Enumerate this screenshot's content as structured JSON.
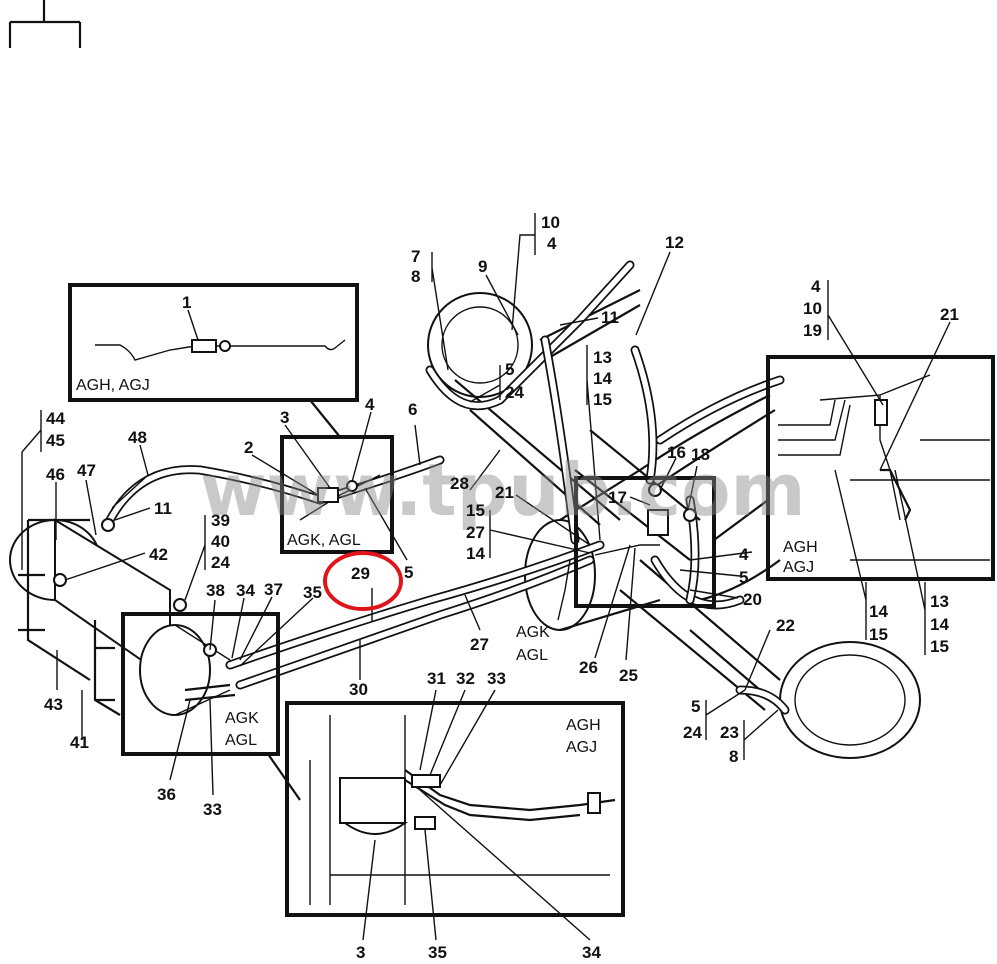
{
  "watermark": "www.tpub.com",
  "highlight_color": "#e0151b",
  "inset_labels": {
    "top_left": "AGH, AGJ",
    "left_mid": "AGK, AGL",
    "right_top_1": "AGH",
    "right_top_2": "AGJ",
    "center_box_1": "AGK",
    "center_box_2": "AGL",
    "bottom_left_1": "AGK",
    "bottom_left_2": "AGL",
    "bottom_right_1": "AGH",
    "bottom_right_2": "AGJ"
  },
  "callouts": {
    "c1": "1",
    "c2": "2",
    "c3a": "3",
    "c4a": "4",
    "c5a": "5",
    "c6": "6",
    "c7": "7",
    "c8a": "8",
    "c9": "9",
    "c10a": "10",
    "c4b": "4",
    "c11a": "11",
    "c12": "12",
    "c13a": "13",
    "c14a": "14",
    "c15a": "15",
    "c5b": "5",
    "c24a": "24",
    "c4c": "4",
    "c10b": "10",
    "c19": "19",
    "c21a": "21",
    "c44": "44",
    "c45": "45",
    "c48": "48",
    "c46": "46",
    "c47": "47",
    "c11b": "11",
    "c42": "42",
    "c39": "39",
    "c40": "40",
    "c24b": "24",
    "c38": "38",
    "c34a": "34",
    "c37": "37",
    "c35a": "35",
    "c29": "29",
    "c28": "28",
    "c21b": "21",
    "c15b": "15",
    "c27a": "27",
    "c14b": "14",
    "c16": "16",
    "c18": "18",
    "c17": "17",
    "c4d": "4",
    "c5c": "5",
    "c20": "20",
    "c27b": "27",
    "c26": "26",
    "c25": "25",
    "c22": "22",
    "c5d": "5",
    "c24c": "24",
    "c23": "23",
    "c8b": "8",
    "c14c": "14",
    "c15c": "15",
    "c13b": "13",
    "c14d": "14",
    "c15d": "15",
    "c43": "43",
    "c41": "41",
    "c30": "30",
    "c36": "36",
    "c33a": "33",
    "c31": "31",
    "c32": "32",
    "c33b": "33",
    "c3b": "3",
    "c35b": "35",
    "c34b": "34"
  }
}
